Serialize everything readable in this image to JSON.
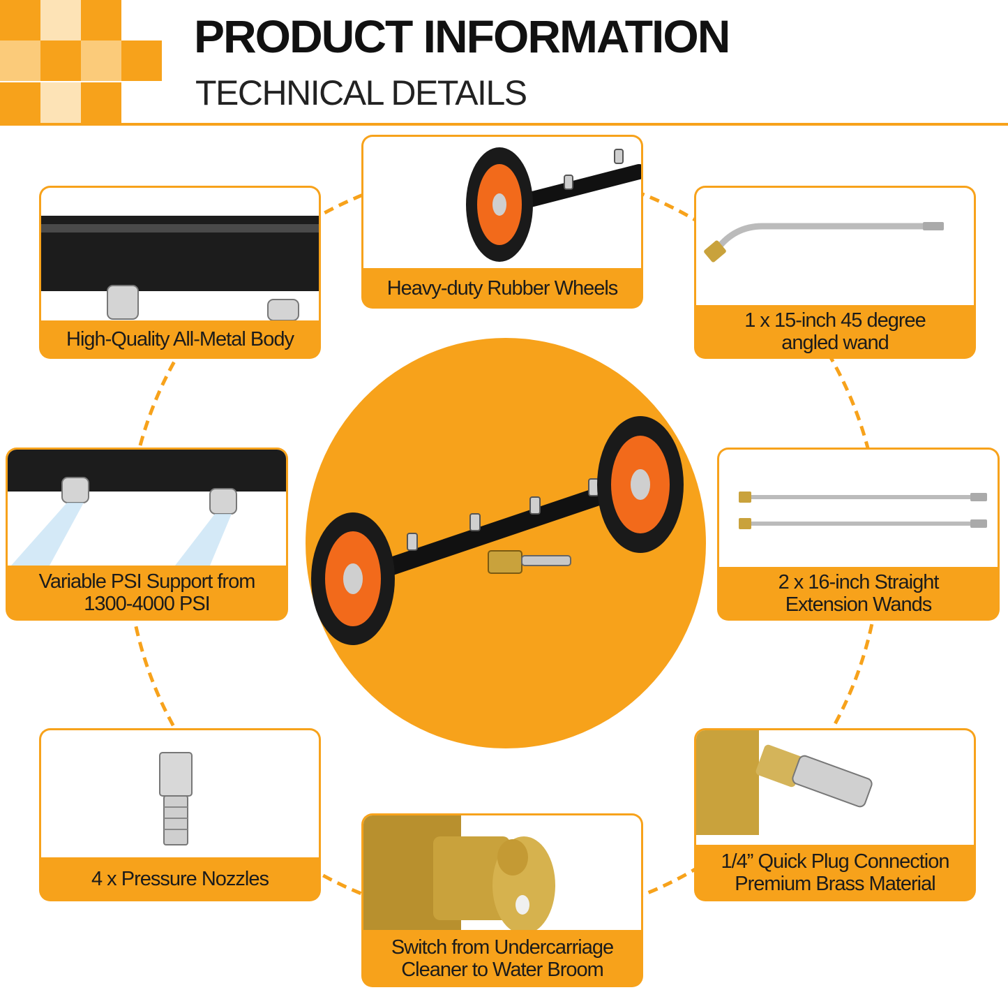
{
  "header": {
    "title": "PRODUCT INFORMATION",
    "subtitle": "TECHNICAL DETAILS"
  },
  "colors": {
    "accent": "#F7A21B",
    "accent_light": "#FBCB7A",
    "text": "#111111",
    "card_bg": "#ffffff"
  },
  "features": [
    {
      "label": "Heavy-duty Rubber Wheels",
      "icon": "rubber-wheel-icon"
    },
    {
      "label": "High-Quality All-Metal Body",
      "icon": "metal-bar-icon"
    },
    {
      "label": "1 x 15-inch 45 degree\nangled wand",
      "icon": "angled-wand-icon"
    },
    {
      "label": "Variable PSI Support from\n1300-4000 PSI",
      "icon": "spray-nozzle-icon"
    },
    {
      "label": "2 x 16-inch Straight\nExtension Wands",
      "icon": "straight-wands-icon"
    },
    {
      "label": "4 x Pressure Nozzles",
      "icon": "pressure-nozzle-icon"
    },
    {
      "label": "1/4” Quick Plug Connection\nPremium Brass Material",
      "icon": "quick-plug-icon"
    },
    {
      "label": "Switch from Undercarriage\nCleaner to Water Broom",
      "icon": "brass-switch-icon"
    }
  ],
  "center_product": {
    "icon": "undercarriage-cleaner-icon"
  }
}
